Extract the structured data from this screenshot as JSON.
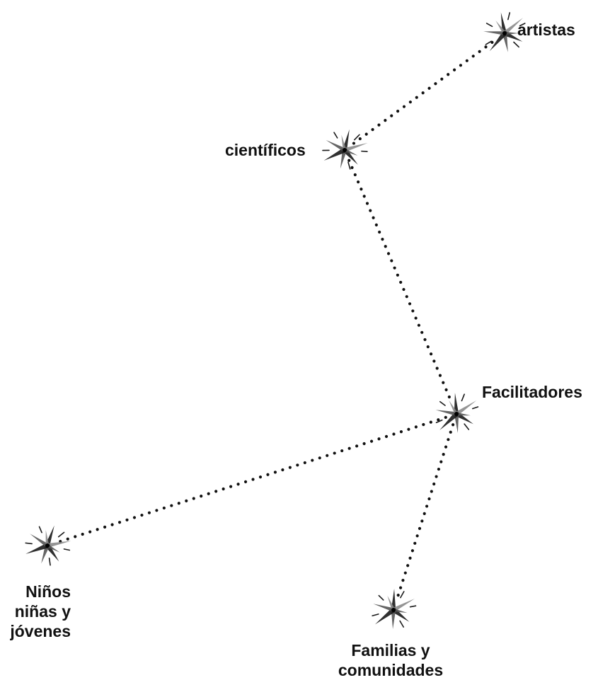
{
  "diagram": {
    "nodes": [
      {
        "id": "artistas",
        "lines": [
          "artistas"
        ]
      },
      {
        "id": "cientificos",
        "lines": [
          "científicos"
        ]
      },
      {
        "id": "facilitadores",
        "lines": [
          "Facilitadores"
        ]
      },
      {
        "id": "ninos",
        "lines": [
          "Niños",
          "niñas y",
          "jóvenes"
        ]
      },
      {
        "id": "familias",
        "lines": [
          "Familias y",
          "comunidades"
        ]
      }
    ],
    "edges": [
      {
        "from": "cientificos",
        "to": "artistas"
      },
      {
        "from": "cientificos",
        "to": "facilitadores"
      },
      {
        "from": "facilitadores",
        "to": "ninos"
      },
      {
        "from": "facilitadores",
        "to": "familias"
      }
    ],
    "colors": {
      "star_dark": "#1a1a1a",
      "star_mid": "#555555",
      "star_light": "#8a8a8a",
      "dots": "#111111"
    }
  }
}
